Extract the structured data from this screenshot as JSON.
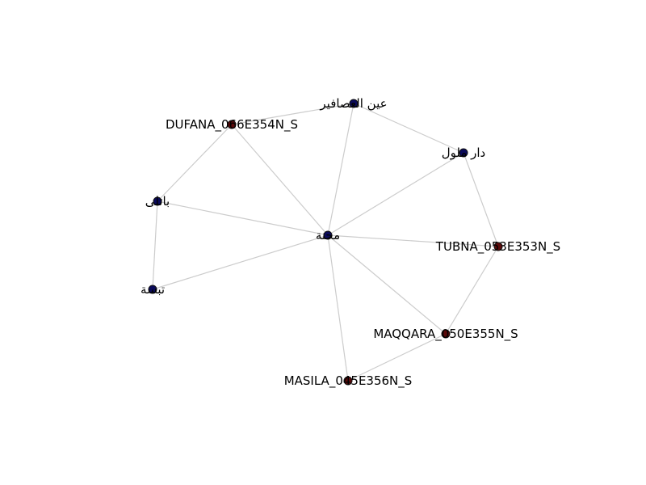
{
  "graph": {
    "colors": {
      "blue": "#0a0a5a",
      "red": "#5a0a0a",
      "edge": "#cccccc"
    },
    "nodes": [
      {
        "id": "ain",
        "label": "عين العصافير",
        "color": "blue"
      },
      {
        "id": "dufana",
        "label": "DUFANA_066E354N_S",
        "color": "red"
      },
      {
        "id": "dar",
        "label": "دار ملول",
        "color": "blue"
      },
      {
        "id": "bataly",
        "label": "باتلى",
        "color": "blue"
      },
      {
        "id": "mahna",
        "label": "محنة",
        "color": "blue"
      },
      {
        "id": "tubna",
        "label": "TUBNA_053E353N_S",
        "color": "red"
      },
      {
        "id": "tabsa",
        "label": "تبسة",
        "color": "blue"
      },
      {
        "id": "maqqara",
        "label": "MAQQARA_050E355N_S",
        "color": "red"
      },
      {
        "id": "masila",
        "label": "MASILA_045E356N_S",
        "color": "red"
      }
    ],
    "edges": [
      [
        "ain",
        "dufana"
      ],
      [
        "ain",
        "dar"
      ],
      [
        "ain",
        "mahna"
      ],
      [
        "dufana",
        "bataly"
      ],
      [
        "dufana",
        "mahna"
      ],
      [
        "dar",
        "mahna"
      ],
      [
        "dar",
        "tubna"
      ],
      [
        "bataly",
        "mahna"
      ],
      [
        "bataly",
        "tabsa"
      ],
      [
        "mahna",
        "tabsa"
      ],
      [
        "mahna",
        "tubna"
      ],
      [
        "mahna",
        "maqqara"
      ],
      [
        "mahna",
        "masila"
      ],
      [
        "tubna",
        "maqqara"
      ],
      [
        "maqqara",
        "masila"
      ]
    ]
  }
}
